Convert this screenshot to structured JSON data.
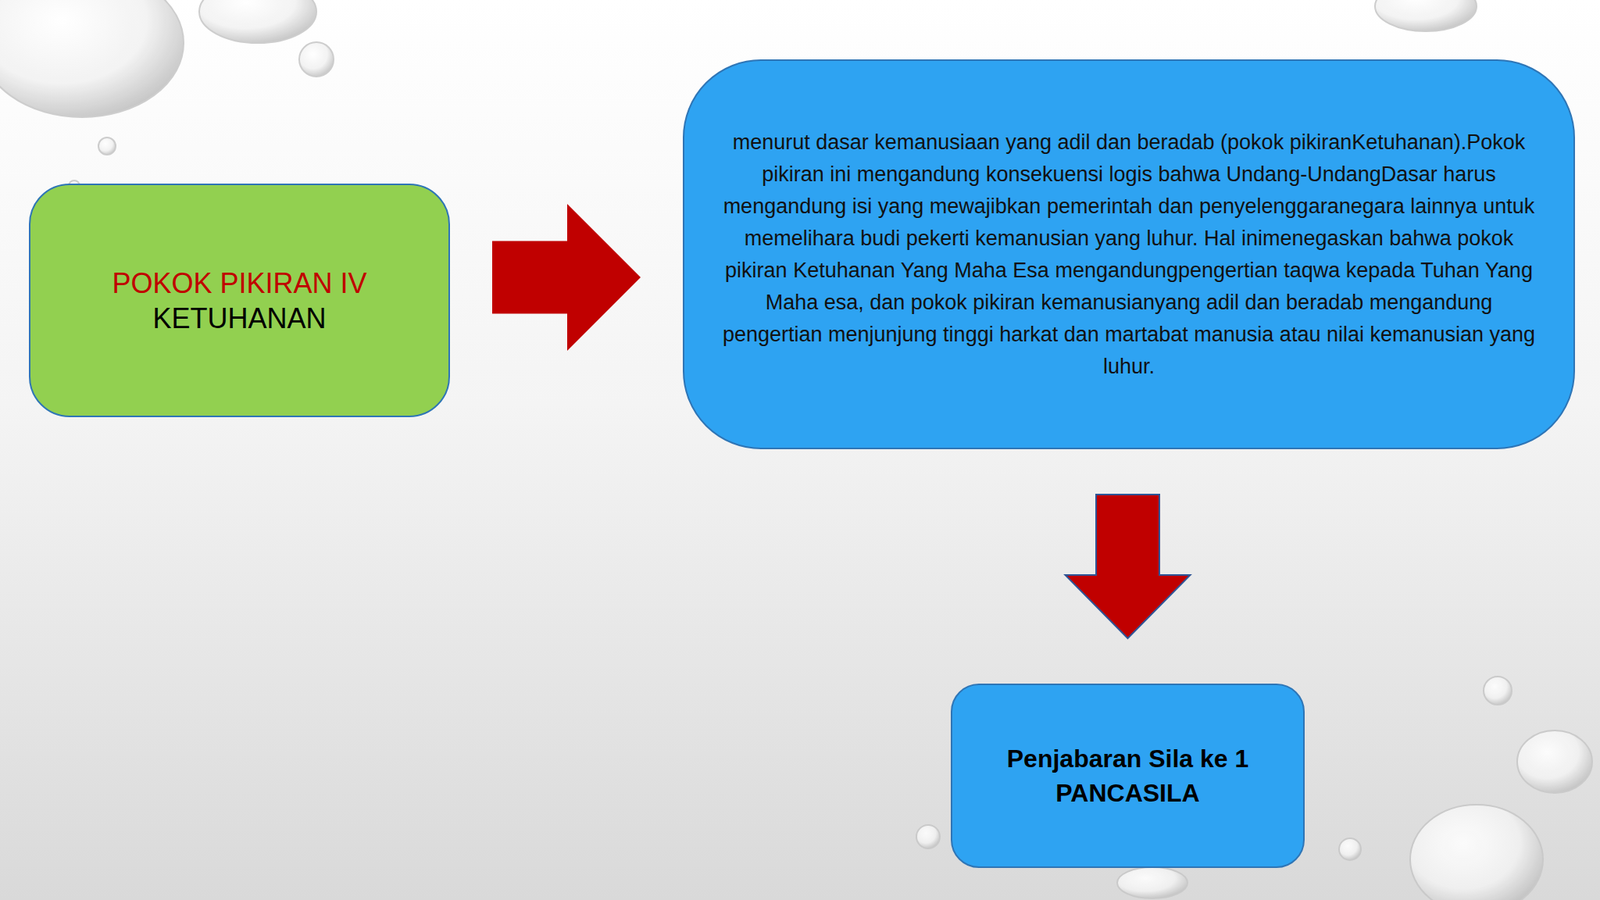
{
  "diagram": {
    "nodes": [
      {
        "text": [
          "POKOK PIKIRAN IV",
          "KETUHANAN"
        ]
      },
      {
        "text": [
          "menurut dasar kemanusiaan yang adil dan beradab (pokok pikiranKetuhanan).Pokok pikiran ini mengandung konsekuensi logis bahwa Undang-UndangDasar harus mengandung isi yang mewajibkan pemerintah dan penyelenggaranegara lainnya untuk memelihara budi pekerti kemanusian yang luhur. Hal inimenegaskan bahwa pokok pikiran Ketuhanan Yang Maha Esa mengandungpengertian taqwa kepada Tuhan Yang Maha esa, dan pokok pikiran kemanusianyang adil dan beradab mengandung pengertian menjunjung tinggi harkat dan martabat manusia atau nilai kemanusian yang luhur."
        ]
      },
      {
        "text": [
          "Penjabaran Sila ke 1 PANCASILA"
        ]
      }
    ],
    "edges": [
      {
        "from": 0,
        "to": 1,
        "arrow": "to"
      },
      {
        "from": 1,
        "to": 2,
        "arrow": "to"
      }
    ]
  }
}
